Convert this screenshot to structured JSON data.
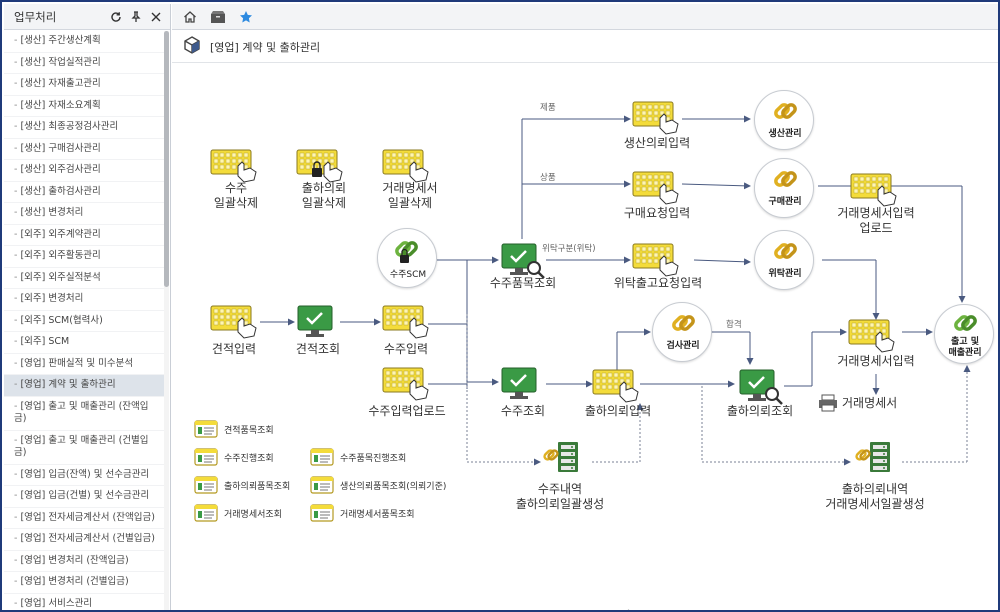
{
  "sidebar": {
    "title": "업무처리",
    "items": [
      "[생산] 주간생산계획",
      "[생산] 작업실적관리",
      "[생산] 자재출고관리",
      "[생산] 자재소요계획",
      "[생산] 최종공정검사관리",
      "[생산] 구매검사관리",
      "[생산] 외주검사관리",
      "[생산] 출하검사관리",
      "[생산] 변경처리",
      "[외주] 외주계약관리",
      "[외주] 외주활동관리",
      "[외주] 외주실적분석",
      "[외주] 변경처리",
      "[외주] SCM(협력사)",
      "[외주] SCM",
      "[영업] 판매실적 및 미수분석",
      "[영업] 계약 및 출하관리",
      "[영업] 출고 및 매출관리 (잔액입금)",
      "[영업] 출고 및 매출관리 (건별입금)",
      "[영업] 입금(잔액) 및 선수금관리",
      "[영업] 입금(건별) 및 선수금관리",
      "[영업] 전자세금계산서 (잔액입금)",
      "[영업] 전자세금계산서 (건별입금)",
      "[영업] 변경처리 (잔액입금)",
      "[영업] 변경처리 (건별입금)",
      "[영업] 서비스관리"
    ],
    "active_index": 16
  },
  "toolbar": {
    "icons": [
      "home-icon",
      "box-icon",
      "star-icon"
    ]
  },
  "page": {
    "title": "[영업] 계약 및 출하관리"
  },
  "diagram": {
    "nodes": {
      "bulk_delete_order": "수주\n일괄삭제",
      "bulk_delete_ship_request": "출하의뢰\n일괄삭제",
      "bulk_delete_statement": "거래명세서\n일괄삭제",
      "scm_order": "수주SCM",
      "estimate_input": "견적입력",
      "estimate_view": "견적조회",
      "order_input": "수주입력",
      "order_upload": "수주입력업로드",
      "order_item_view": "수주품목조회",
      "order_view": "수주조회",
      "ship_request_input": "출하의뢰입력",
      "production_request_input": "생산의뢰입력",
      "purchase_request_input": "구매요청입력",
      "consign_release_request_input": "위탁출고요청입력",
      "production_mgmt": "생산관리",
      "purchase_mgmt": "구매관리",
      "consign_mgmt": "위탁관리",
      "inspection_mgmt": "검사관리",
      "ship_request_view": "출하의뢰조회",
      "statement_input": "거래명세서입력",
      "statement_upload": "거래명세서입력\n업로드",
      "statement_print": "거래명세서",
      "release_sales_mgmt": "출고 및\n매출관리",
      "order_history_bulk_create": "수주내역\n출하의뢰일괄생성",
      "statement_bulk_create": "출하의뢰내역\n거래명세서일괄생성"
    },
    "edge_labels": {
      "product": "제품",
      "goods": "상품",
      "consign_type": "위탁구분(위탁)",
      "pass": "합격"
    }
  },
  "legend": {
    "items": [
      "견적품목조회",
      "수주진행조회",
      "수주품목진행조회",
      "출하의뢰품목조회",
      "생산의뢰품목조회(의뢰기준)",
      "거래명세서조회",
      "거래명세서품목조회"
    ]
  },
  "colors": {
    "frame_border": "#1f3a7a",
    "keyboard_fill": "#f4dc3a",
    "monitor_fill": "#3a9a45",
    "link_gold": "#e0b021",
    "link_green": "#6db33f",
    "line": "#4a5a80",
    "star": "#2d8ae0"
  }
}
